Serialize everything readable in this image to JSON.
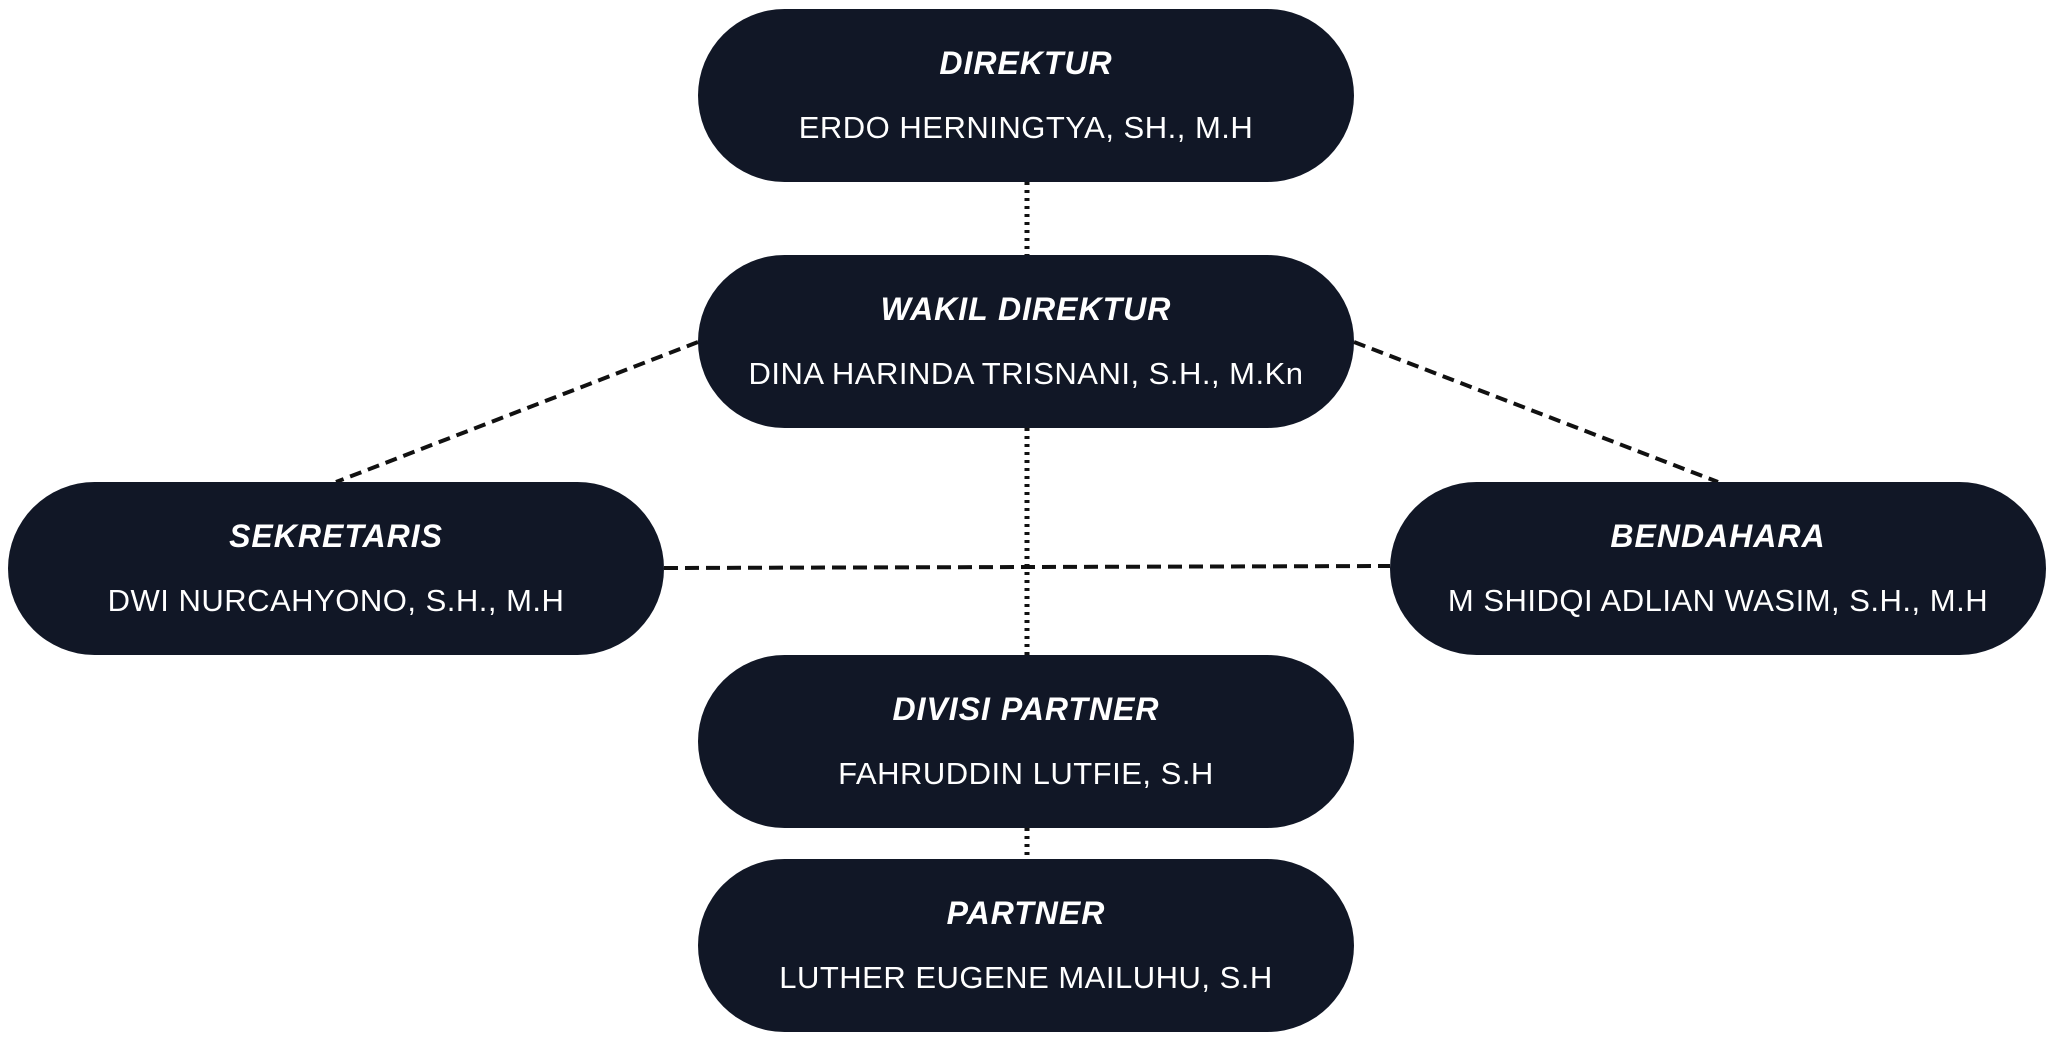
{
  "colors": {
    "node_fill": "#111726",
    "node_text": "#ffffff",
    "connector": "#111111",
    "background": "#ffffff"
  },
  "nodes": {
    "direktur": {
      "title": "DIREKTUR",
      "name": "ERDO HERNINGTYA, SH., M.H"
    },
    "wakil": {
      "title": "WAKIL DIREKTUR",
      "name": "DINA HARINDA TRISNANI, S.H., M.Kn"
    },
    "sekretaris": {
      "title": "SEKRETARIS",
      "name": "DWI NURCAHYONO, S.H., M.H"
    },
    "bendahara": {
      "title": "BENDAHARA",
      "name": "M SHIDQI ADLIAN WASIM, S.H., M.H"
    },
    "divisi": {
      "title": "DIVISI PARTNER",
      "name": "FAHRUDDIN LUTFIE, S.H"
    },
    "partner": {
      "title": "PARTNER",
      "name": "LUTHER EUGENE MAILUHU, S.H"
    }
  },
  "edges": [
    {
      "from": "direktur",
      "to": "wakil",
      "style": "dotted"
    },
    {
      "from": "wakil",
      "to": "sekretaris",
      "style": "dashed"
    },
    {
      "from": "wakil",
      "to": "bendahara",
      "style": "dashed"
    },
    {
      "from": "wakil",
      "to": "divisi",
      "style": "dotted"
    },
    {
      "from": "sekretaris",
      "to": "bendahara",
      "style": "dashed"
    },
    {
      "from": "divisi",
      "to": "partner",
      "style": "dotted"
    }
  ]
}
